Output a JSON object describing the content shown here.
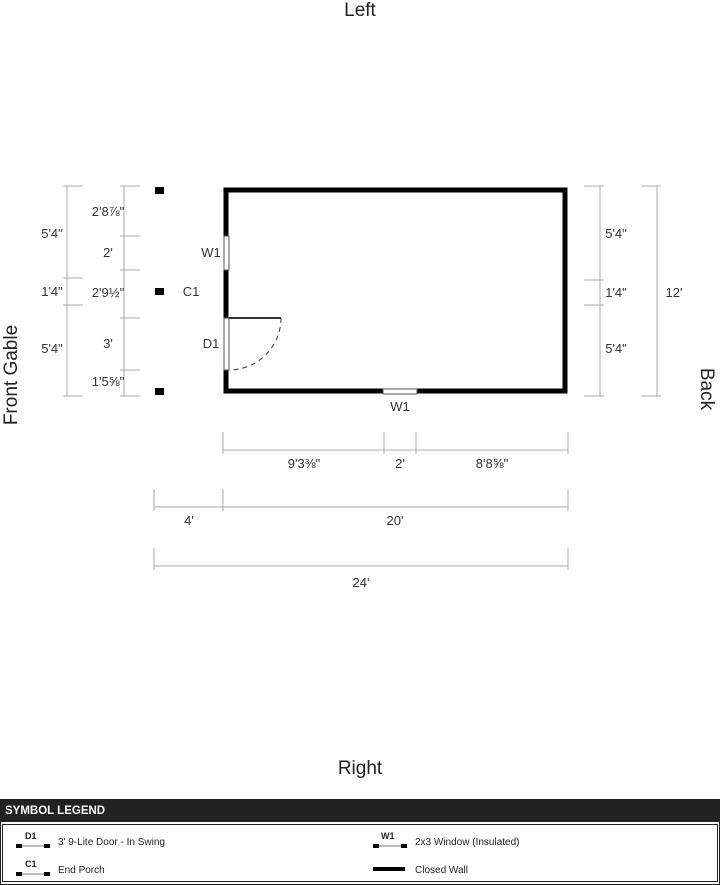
{
  "sides": {
    "top": "Left",
    "bottom": "Right",
    "left": "Front Gable",
    "right": "Back"
  },
  "left_dims_outer": [
    "5'4\"",
    "1'4\"",
    "5'4\""
  ],
  "left_dims_inner": [
    "2'8⅞\"",
    "2'",
    "2'9½\"",
    "3'",
    "1'5⅝\""
  ],
  "right_dims": [
    "5'4\"",
    "1'4\"",
    "5'4\""
  ],
  "right_total": "12'",
  "openings": {
    "window_left": "W1",
    "porch": "C1",
    "door": "D1",
    "window_bottom": "W1"
  },
  "bottom_dims_row1": [
    "9'3⅜\"",
    "2'",
    "8'8⅝\""
  ],
  "bottom_dims_row2": [
    "4'",
    "20'"
  ],
  "bottom_total": "24'",
  "legend": {
    "title": "SYMBOL LEGEND",
    "items": [
      {
        "code": "D1",
        "label": "3' 9-Lite Door - In Swing"
      },
      {
        "code": "C1",
        "label": "End Porch"
      },
      {
        "code": "W1",
        "label": "2x3 Window (Insulated)"
      },
      {
        "code": "",
        "label": "Closed Wall"
      }
    ]
  },
  "colors": {
    "wall": "#000000",
    "dim": "#aaaaaa",
    "legend_header": "#222222"
  }
}
